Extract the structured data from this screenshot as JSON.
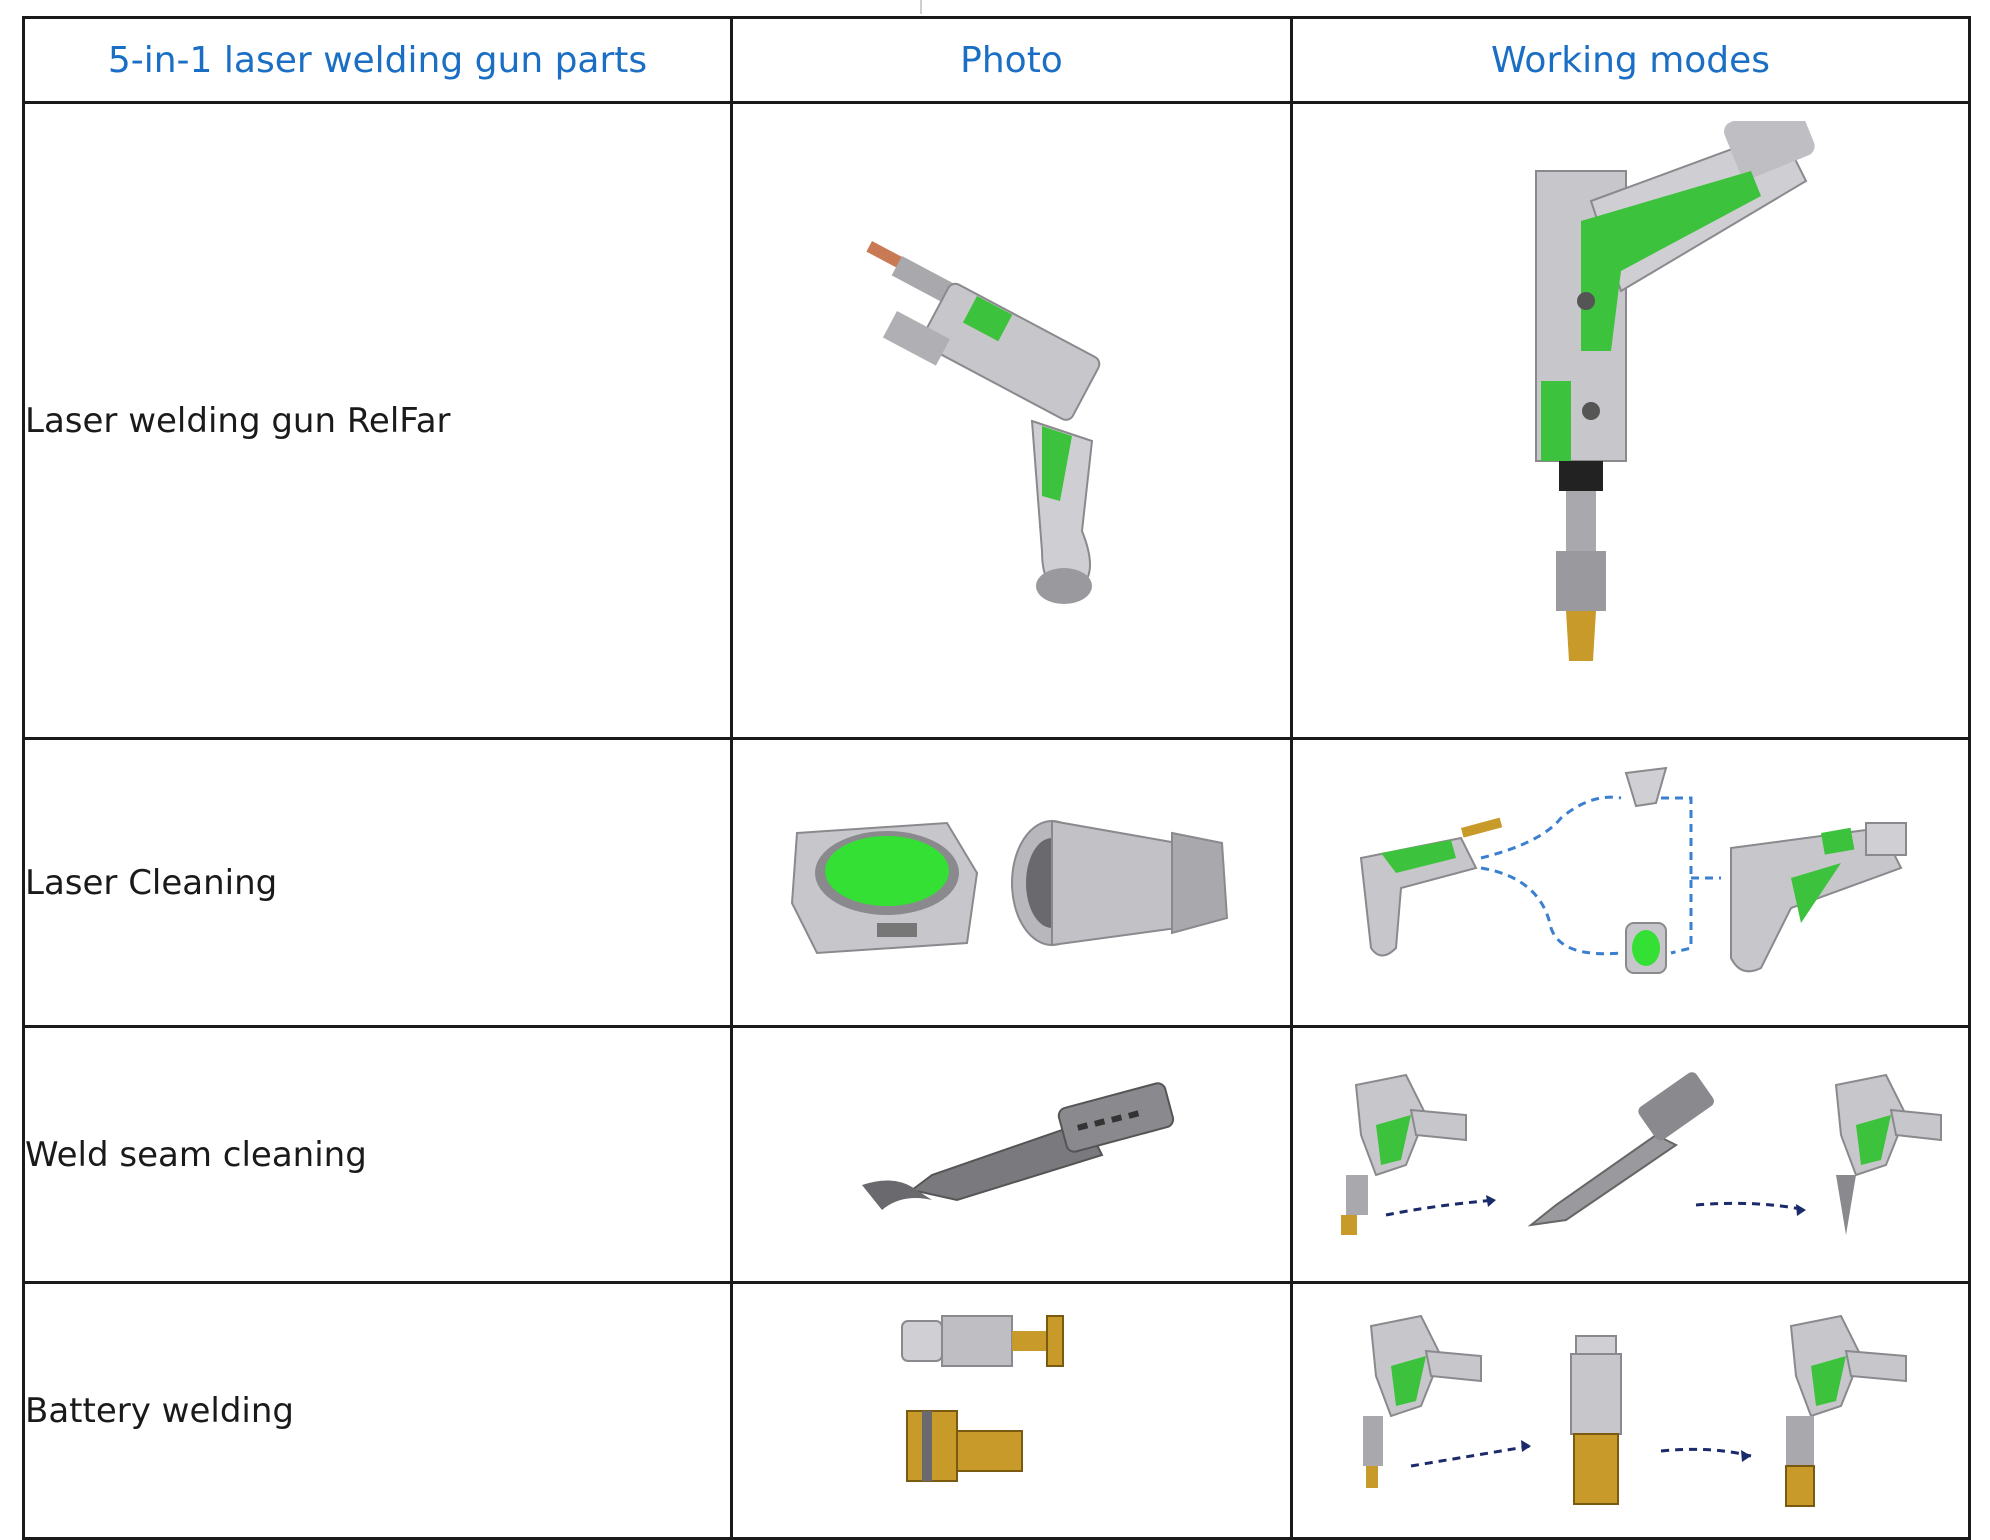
{
  "table": {
    "headers": [
      "5-in-1 laser welding gun parts",
      "Photo",
      "Working modes"
    ],
    "rows": [
      {
        "label": "Laser welding gun RelFar",
        "photo_icon": "welding-gun-icon",
        "mode_icon": "welding-gun-vertical-icon"
      },
      {
        "label": "Laser Cleaning",
        "photo_icon": "cleaning-lens-and-nozzle-icon",
        "mode_icon": "cleaning-assembly-diagram-icon"
      },
      {
        "label": "Weld seam cleaning",
        "photo_icon": "seam-cleaning-nozzle-icon",
        "mode_icon": "seam-cleaning-assembly-diagram-icon"
      },
      {
        "label": "Battery welding",
        "photo_icon": "battery-welding-nozzles-icon",
        "mode_icon": "battery-welding-assembly-diagram-icon"
      }
    ]
  },
  "colors": {
    "header_text": "#1a6fc4",
    "accent_green": "#3cc23c",
    "metal": "#b8b8bc",
    "brass": "#c89a2a",
    "arrow": "#3a7fd0"
  }
}
